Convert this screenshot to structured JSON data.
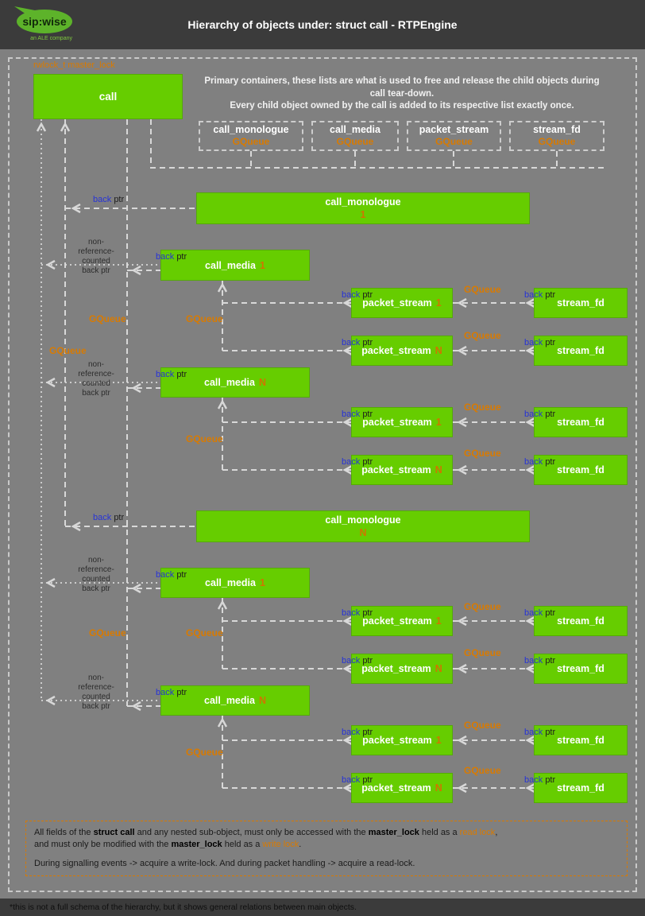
{
  "header": {
    "title": "Hierarchy of objects under: struct call - RTPEngine",
    "logo": {
      "brand": "sip:wise",
      "tagline": "an ALE company"
    }
  },
  "master_lock": "rwlock_t master_lock",
  "intro": {
    "line1": "Primary containers, these lists are what is used to free and release the child objects during call tear-down.",
    "line2": "Every child object owned by the call is added to its respective list exactly once."
  },
  "containers": [
    {
      "name": "call_monologue",
      "type": "GQueue"
    },
    {
      "name": "call_media",
      "type": "GQueue"
    },
    {
      "name": "packet_stream",
      "type": "GQueue"
    },
    {
      "name": "stream_fd",
      "type": "GQueue"
    }
  ],
  "edge": {
    "back": "back",
    "ptr": "ptr",
    "gqueue": "GQueue",
    "nonref1": "non-",
    "nonref2": "reference-",
    "nonref3": "counted",
    "nonref4": "back ptr"
  },
  "tree": {
    "root": {
      "label": "call"
    },
    "monologues": [
      {
        "label": "call_monologue",
        "num": "1",
        "medias": [
          {
            "label": "call_media",
            "num": "1",
            "streams": [
              {
                "label": "packet_stream",
                "num": "1",
                "sfd": "stream_fd"
              },
              {
                "label": "packet_stream",
                "num": "N",
                "sfd": "stream_fd"
              }
            ]
          },
          {
            "label": "call_media",
            "num": "N",
            "streams": [
              {
                "label": "packet_stream",
                "num": "1",
                "sfd": "stream_fd"
              },
              {
                "label": "packet_stream",
                "num": "N",
                "sfd": "stream_fd"
              }
            ]
          }
        ]
      },
      {
        "label": "call_monologue",
        "num": "N",
        "medias": [
          {
            "label": "call_media",
            "num": "1",
            "streams": [
              {
                "label": "packet_stream",
                "num": "1",
                "sfd": "stream_fd"
              },
              {
                "label": "packet_stream",
                "num": "N",
                "sfd": "stream_fd"
              }
            ]
          },
          {
            "label": "call_media",
            "num": "N",
            "streams": [
              {
                "label": "packet_stream",
                "num": "1",
                "sfd": "stream_fd"
              },
              {
                "label": "packet_stream",
                "num": "N",
                "sfd": "stream_fd"
              }
            ]
          }
        ]
      }
    ]
  },
  "note": {
    "p1a": "All fields of the ",
    "p1b": "struct call",
    "p1c": " and any nested sub-object, must only be accessed with the ",
    "p1d": "master_lock",
    "p1e": " held as a ",
    "p1f": "read lock",
    "p1g": ",",
    "p2a": "and must only be modified with the ",
    "p2b": "master_lock",
    "p2c": " held as a ",
    "p2d": "write lock",
    "p2e": ".",
    "p3": "During signalling events -> acquire a write-lock. And during packet handling -> acquire a read-lock."
  },
  "footnote": "*this is not a full schema of the hierarchy, but it shows general relations between main objects.",
  "colors": {
    "green": "#66cd00",
    "orange": "#d87a00",
    "blue": "#2633d6",
    "background": "#808080",
    "bar": "#3b3b3b",
    "line": "#d8d8d8"
  }
}
